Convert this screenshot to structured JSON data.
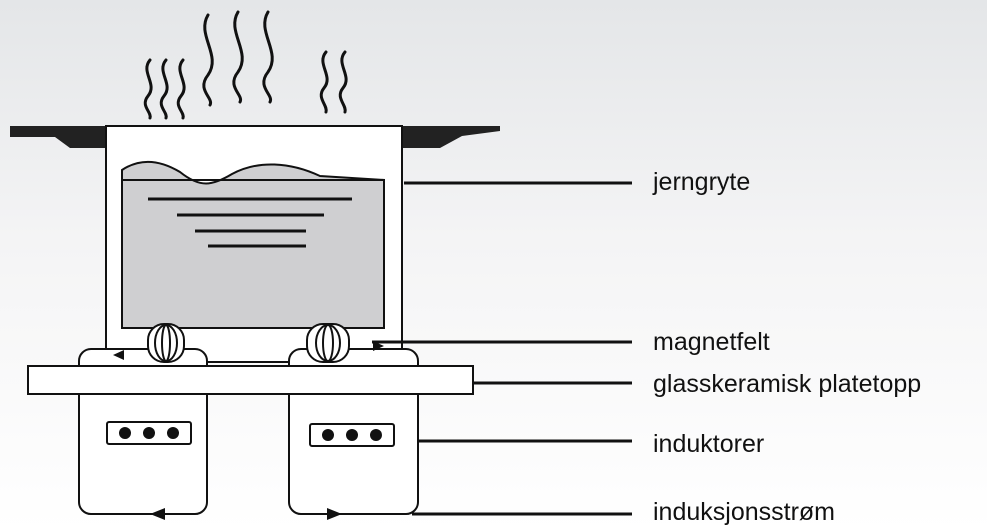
{
  "labels": {
    "iron_pot": "jerngryte",
    "magnetic_field": "magnetfelt",
    "glass_ceramic_top": "glasskeramisk platetopp",
    "inductors": "induktorer",
    "induction_current": "induksjonsstrøm"
  },
  "colors": {
    "stroke": "#111111",
    "liquid": "#cfcfd1",
    "pot_background": "#ffffff",
    "handle": "#222222"
  }
}
